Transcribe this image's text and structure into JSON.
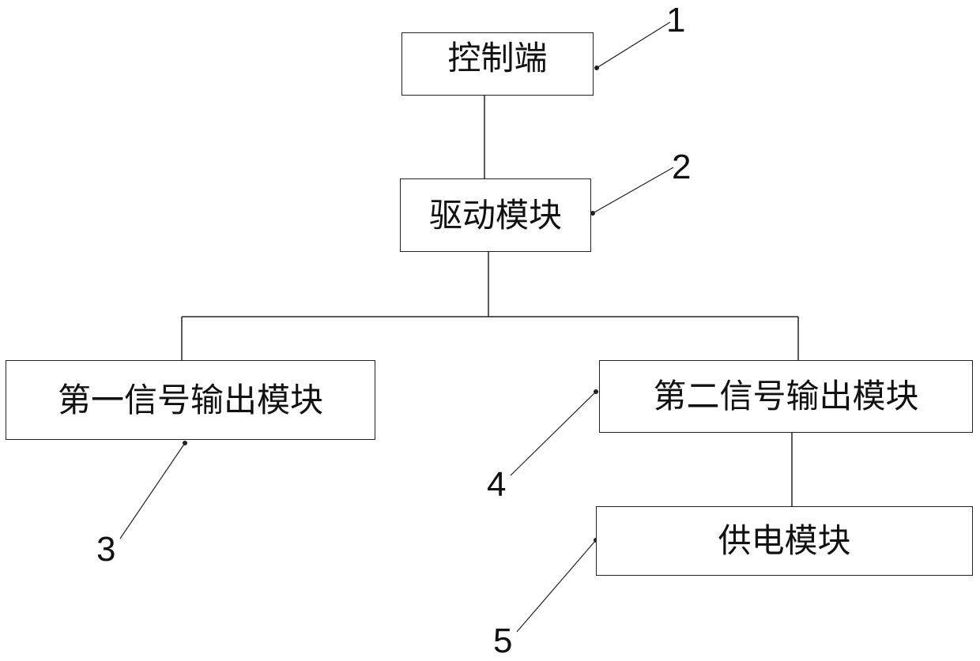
{
  "nodes": {
    "control_end": {
      "label": "控制端",
      "number": "1"
    },
    "drive_module": {
      "label": "驱动模块",
      "number": "2"
    },
    "first_signal_output_module": {
      "label": "第一信号输出模块",
      "number": "3"
    },
    "second_signal_output_module": {
      "label": "第二信号输出模块",
      "number": "4"
    },
    "power_supply_module": {
      "label": "供电模块",
      "number": "5"
    }
  },
  "edges": [
    [
      "control_end",
      "drive_module"
    ],
    [
      "drive_module",
      "first_signal_output_module"
    ],
    [
      "drive_module",
      "second_signal_output_module"
    ],
    [
      "second_signal_output_module",
      "power_supply_module"
    ]
  ],
  "colors": {
    "line": "#222222",
    "text": "#111111",
    "background": "#ffffff"
  }
}
